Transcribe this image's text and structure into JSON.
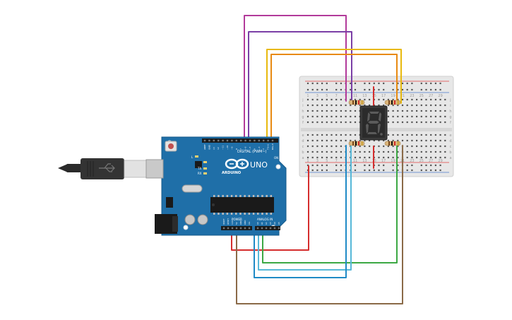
{
  "arduino": {
    "brand": "ARDUINO",
    "model": "UNO",
    "digital_label": "DIGITAL (PWM~)",
    "power_label": "POWER",
    "analog_label": "ANALOG IN",
    "tx_label": "TX",
    "rx_label": "RX",
    "l_label": "L",
    "on_label": "ON",
    "top_header_pins": [
      "AREF",
      "GND",
      "13",
      "12",
      "~11",
      "~10",
      "~9",
      "8",
      "7",
      "~6",
      "~5",
      "4",
      "~3",
      "2",
      "TX→1",
      "RX←0"
    ],
    "power_pins": [
      "IOREF",
      "RESET",
      "3.3V",
      "5V",
      "GND",
      "GND",
      "Vin"
    ],
    "analog_pins": [
      "A0",
      "A1",
      "A2",
      "A3",
      "A4",
      "A5"
    ]
  },
  "breadboard": {
    "column_numbers": [
      "1",
      "3",
      "5",
      "7",
      "9",
      "11",
      "13",
      "15",
      "17",
      "19",
      "21",
      "23",
      "25",
      "27",
      "29"
    ],
    "row_letters_top": [
      "j",
      "i",
      "h",
      "g",
      "f"
    ],
    "row_letters_bottom": [
      "e",
      "d",
      "c",
      "b",
      "a"
    ]
  },
  "display": {
    "digit": "8."
  },
  "colors": {
    "board": "#1f6fa8",
    "wire_red": "#d52e2e",
    "wire_magenta": "#b23a9a",
    "wire_purple": "#7b3fa6",
    "wire_yellow": "#e8b90e",
    "wire_orange": "#e88a12",
    "wire_green": "#3ca844",
    "wire_lightblue": "#57b8d8",
    "wire_blue": "#1f8ac6",
    "wire_brown": "#8a6a48"
  },
  "icons": {
    "usb_cable": "usb-cable-icon",
    "power_jack": "power-jack-icon",
    "reset_button": "reset-button-icon",
    "infinity_logo": "arduino-infinity-icon"
  }
}
